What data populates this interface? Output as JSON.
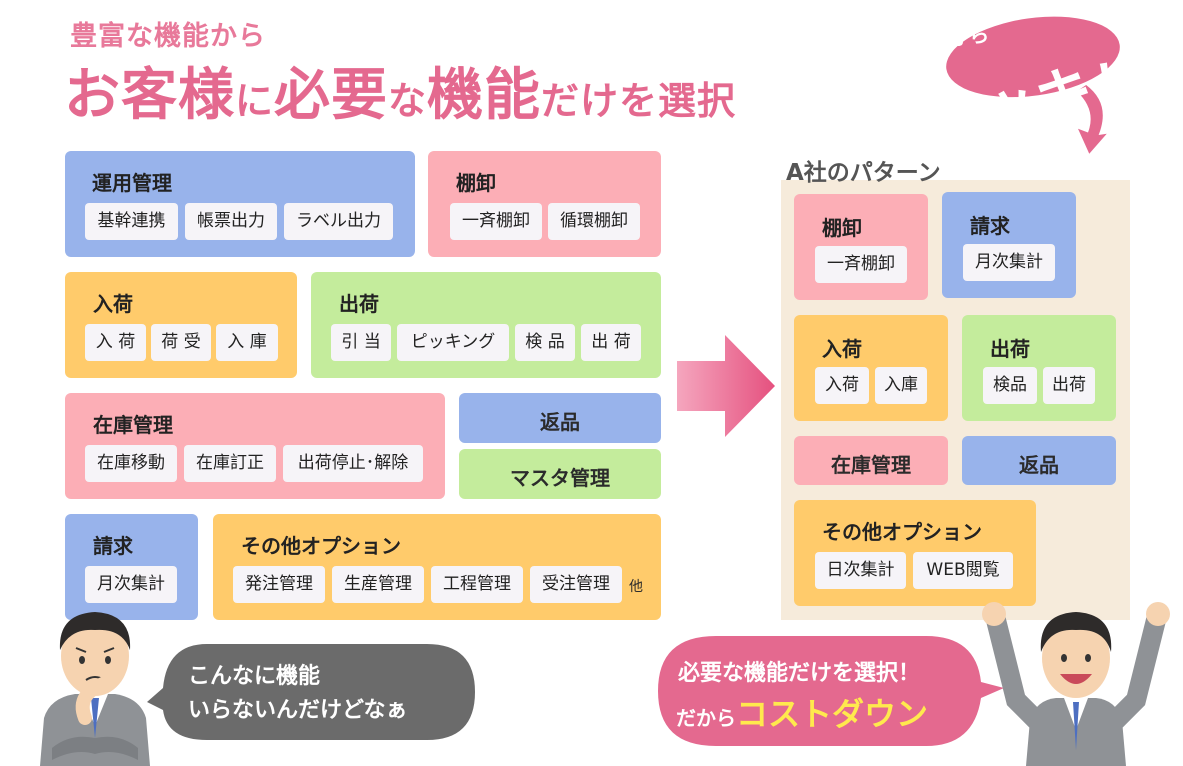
{
  "headline": {
    "sub": "豊富な機能から",
    "main_parts": [
      "お客様",
      "に",
      "必要",
      "な",
      "機能",
      "だけを選択"
    ]
  },
  "left": {
    "unyo": {
      "title": "運用管理",
      "chips": [
        "基幹連携",
        "帳票出力",
        "ラベル出力"
      ]
    },
    "tanaoroshi": {
      "title": "棚卸",
      "chips": [
        "一斉棚卸",
        "循環棚卸"
      ]
    },
    "nyuka": {
      "title": "入荷",
      "chips": [
        "入 荷",
        "荷 受",
        "入 庫"
      ]
    },
    "shukka": {
      "title": "出荷",
      "chips": [
        "引 当",
        "ピッキング",
        "検 品",
        "出 荷"
      ]
    },
    "zaiko": {
      "title": "在庫管理",
      "chips": [
        "在庫移動",
        "在庫訂正",
        "出荷停止･解除"
      ]
    },
    "henpin": {
      "title": "返品"
    },
    "masuta": {
      "title": "マスタ管理"
    },
    "seikyu": {
      "title": "請求",
      "chips": [
        "月次集計"
      ]
    },
    "sonota": {
      "title": "その他オプション",
      "chips": [
        "発注管理",
        "生産管理",
        "工程管理",
        "受注管理"
      ],
      "note": "他"
    }
  },
  "right": {
    "pattern_title": "A社のパターン",
    "tanaoroshi": {
      "title": "棚卸",
      "chips": [
        "一斉棚卸"
      ]
    },
    "seikyu": {
      "title": "請求",
      "chips": [
        "月次集計"
      ]
    },
    "nyuka": {
      "title": "入荷",
      "chips": [
        "入荷",
        "入庫"
      ]
    },
    "shukka": {
      "title": "出荷",
      "chips": [
        "検品",
        "出荷"
      ]
    },
    "zaiko": {
      "title": "在庫管理"
    },
    "henpin": {
      "title": "返品"
    },
    "sonota": {
      "title": "その他オプション",
      "chips": [
        "日次集計",
        "WEB閲覧"
      ]
    }
  },
  "callouts": {
    "sukkiri_small": "だから",
    "sukkiri_big": "スッキリ！",
    "worried_line1": "こんなに機能",
    "worried_line2": "いらないんだけどなぁ",
    "happy_line1": "必要な機能だけを選択！",
    "happy_line2_prefix": "だから",
    "happy_line2_emph": "コストダウン"
  },
  "colors": {
    "pink_accent": "#e4698f",
    "blue": "#98b3eb",
    "pink": "#fcaeb6",
    "orange": "#ffcb6b",
    "green": "#c4ec9c",
    "beige": "#f6ebdb",
    "highlight": "#ffe94d"
  }
}
